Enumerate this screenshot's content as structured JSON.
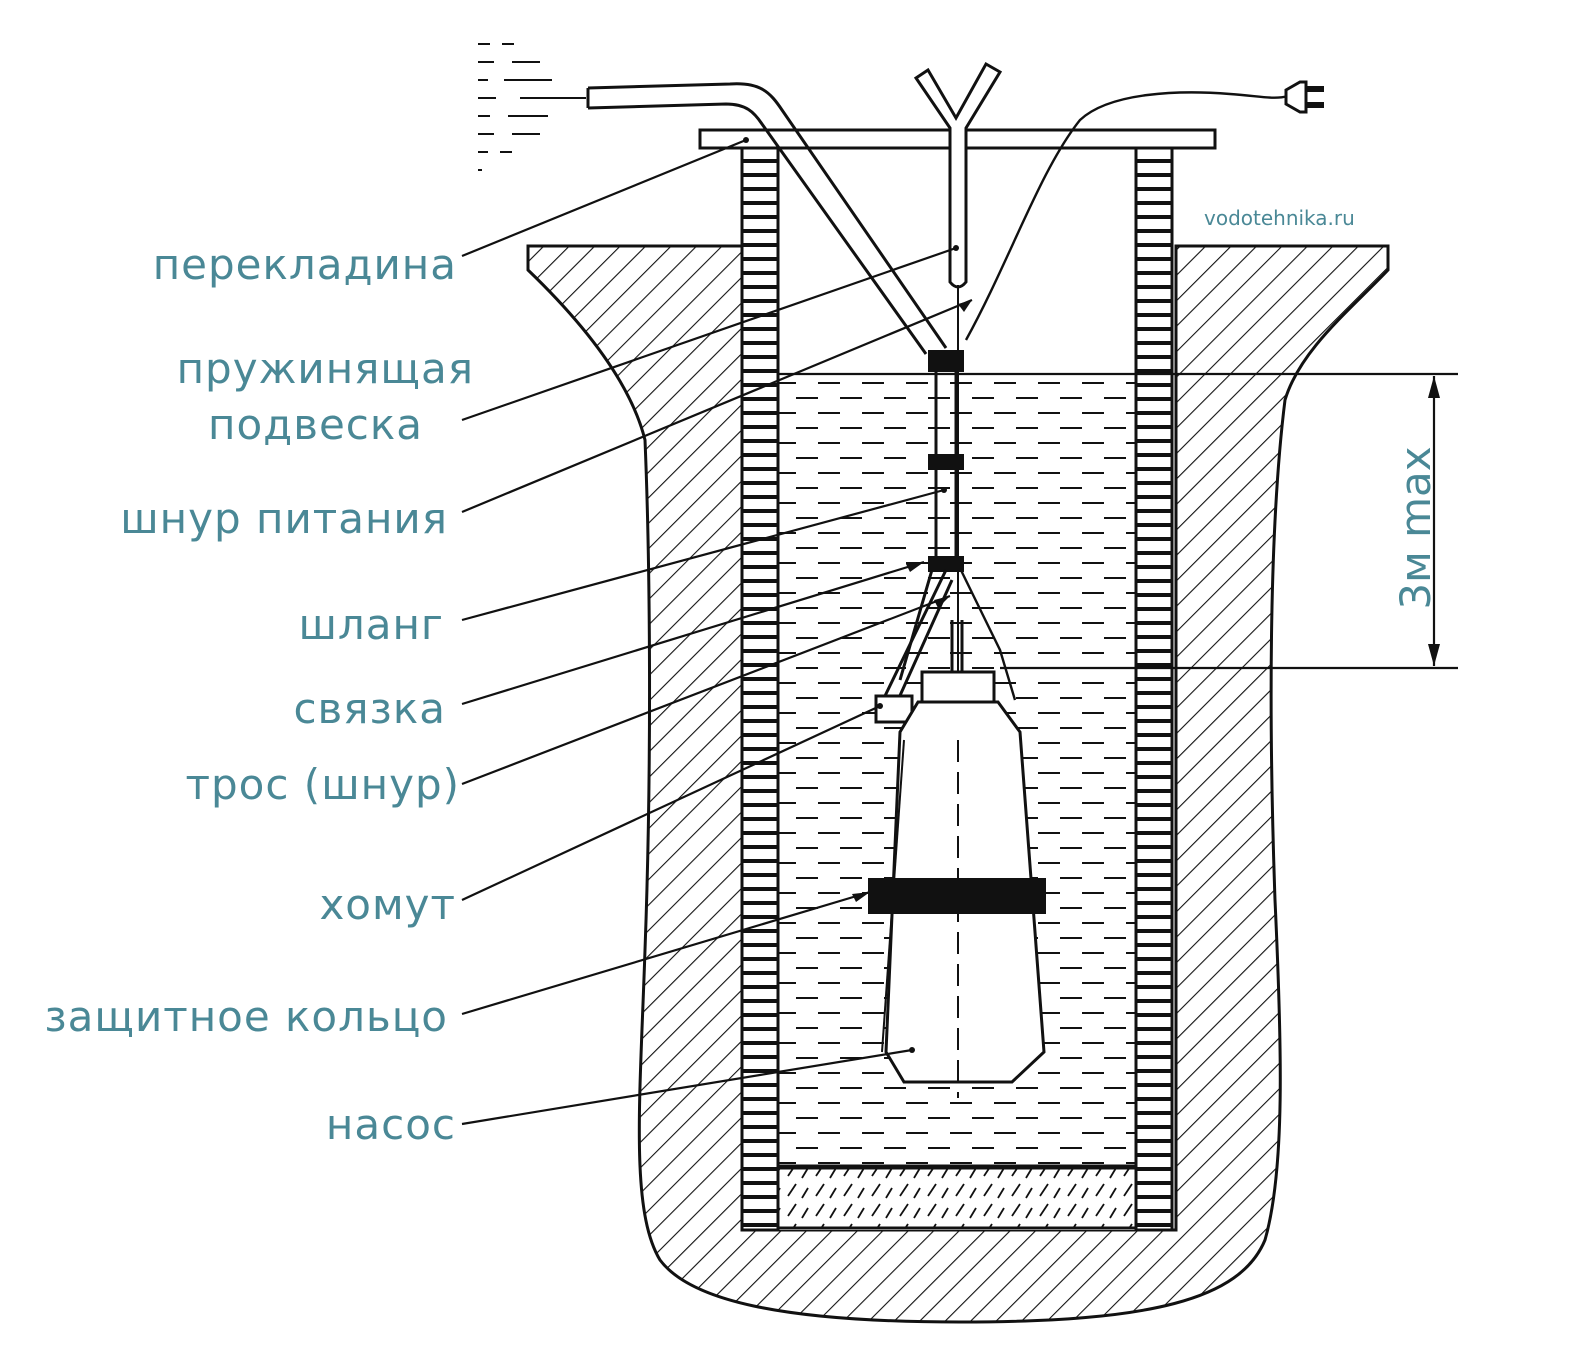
{
  "credit": "vodotehnika.ru",
  "dimension_label": "3м max",
  "labels": {
    "perekladina": "перекладина",
    "podveska_line1": "пружинящая",
    "podveska_line2": "подвеска",
    "shnur_pitaniya": "шнур питания",
    "shlang": "шланг",
    "svyazka": "связка",
    "tros": "трос (шнур)",
    "homut": "хомут",
    "zashchitnoe_koltso": "защитное кольцо",
    "nasos": "насос"
  },
  "colors": {
    "label": "#4a8896",
    "line": "#111111"
  }
}
